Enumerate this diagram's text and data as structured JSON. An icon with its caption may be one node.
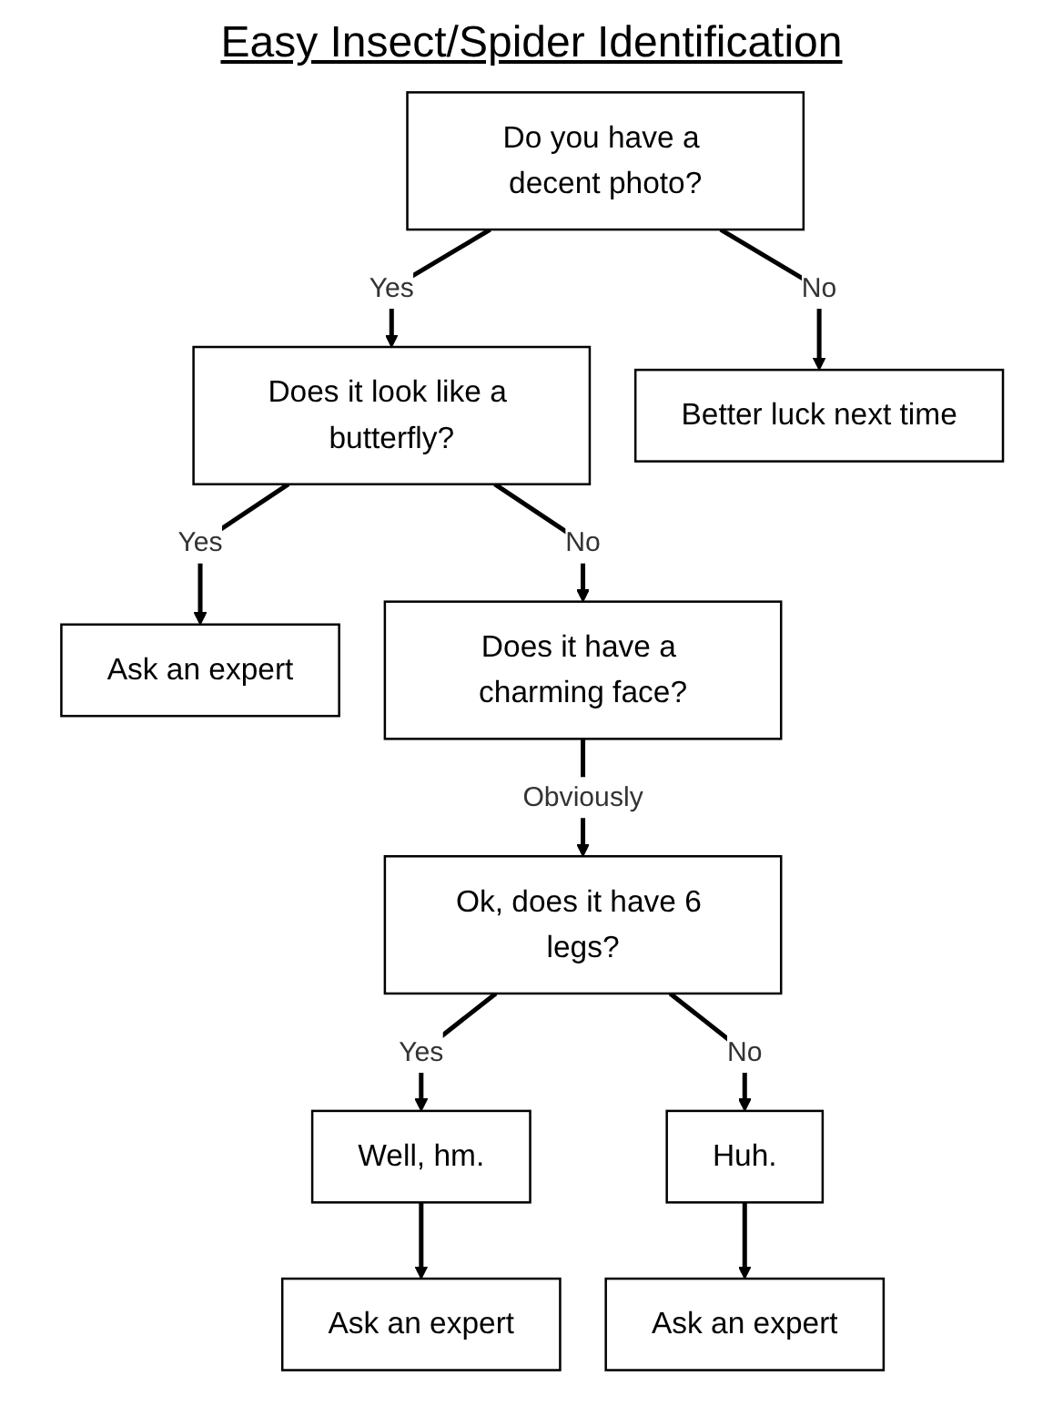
{
  "diagram": {
    "title": "Easy Insect/Spider Identification",
    "nodes": [
      {
        "text": [
          "Do you have a decent photo?"
        ]
      },
      {
        "text": [
          "Does it look like a butterfly?"
        ]
      },
      {
        "text": [
          "Better luck next time"
        ]
      },
      {
        "text": [
          "Ask an expert"
        ]
      },
      {
        "text": [
          "Does it have a charming face?"
        ]
      },
      {
        "text": [
          "Ok, does it have 6 legs?"
        ]
      },
      {
        "text": [
          "Well, hm."
        ]
      },
      {
        "text": [
          "Huh."
        ]
      },
      {
        "text": [
          "Ask an expert"
        ]
      },
      {
        "text": [
          "Ask an expert"
        ]
      }
    ],
    "edges": [
      {
        "from": 0,
        "to": 1,
        "arrow": "to",
        "label": "Yes"
      },
      {
        "from": 0,
        "to": 2,
        "arrow": "to",
        "label": "No"
      },
      {
        "from": 1,
        "to": 3,
        "arrow": "to",
        "label": "Yes"
      },
      {
        "from": 1,
        "to": 4,
        "arrow": "to",
        "label": "No"
      },
      {
        "from": 4,
        "to": 5,
        "arrow": "to",
        "label": "Obviously"
      },
      {
        "from": 5,
        "to": 6,
        "arrow": "to",
        "label": "Yes"
      },
      {
        "from": 5,
        "to": 7,
        "arrow": "to",
        "label": "No"
      },
      {
        "from": 6,
        "to": 8,
        "arrow": "to"
      },
      {
        "from": 7,
        "to": 9,
        "arrow": "to"
      }
    ]
  }
}
